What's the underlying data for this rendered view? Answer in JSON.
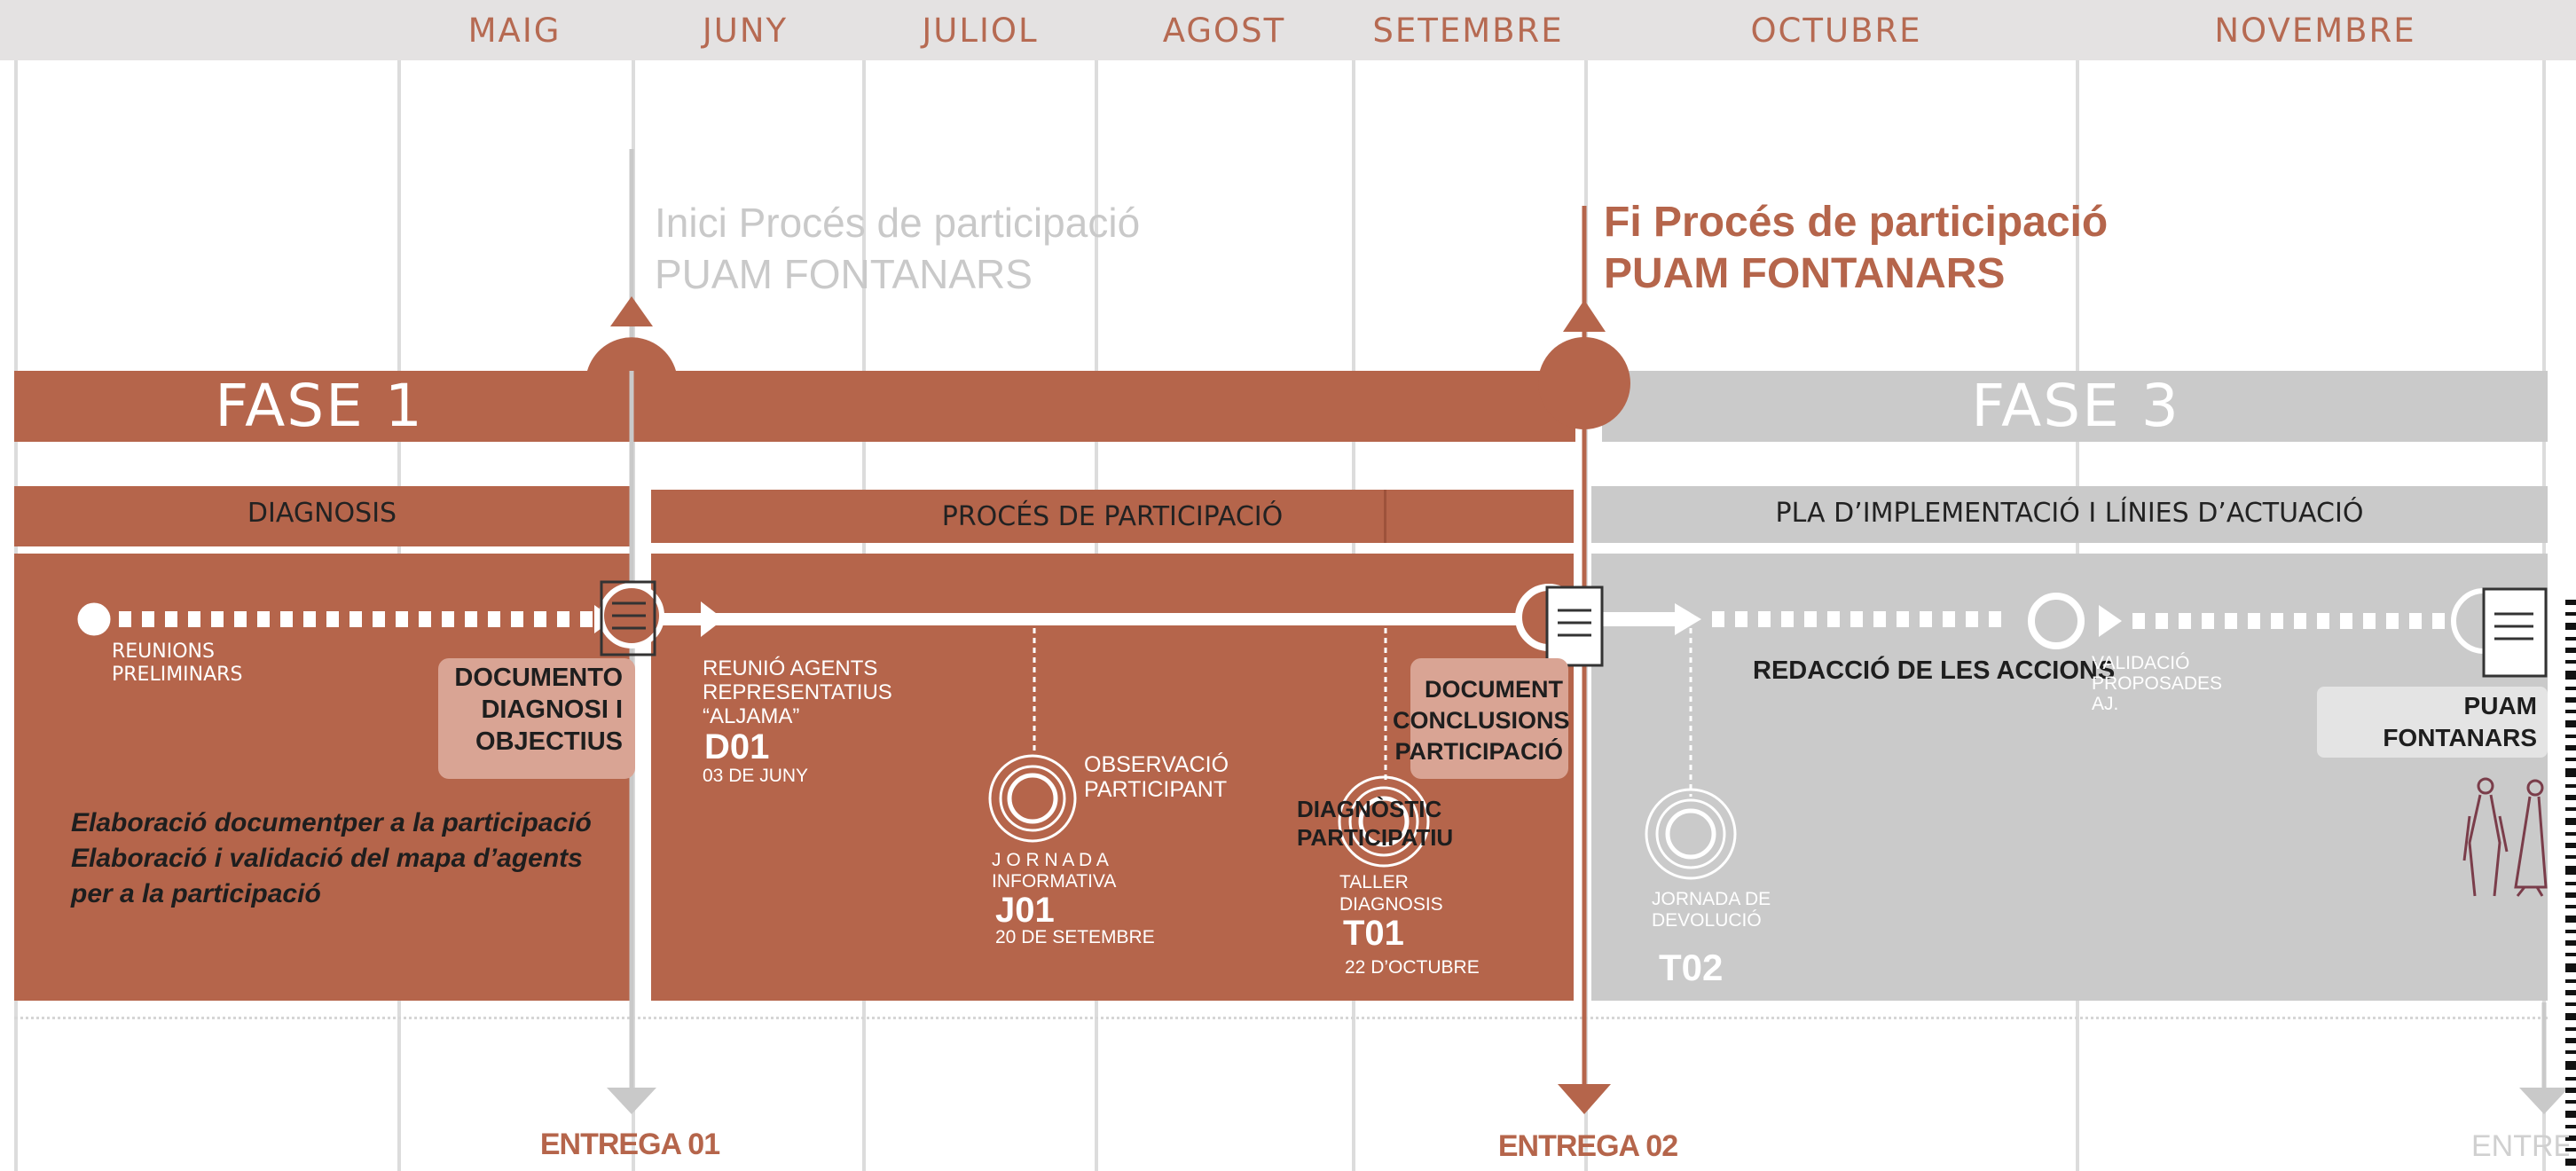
{
  "months": [
    "MAIG",
    "JUNY",
    "JULIOL",
    "AGOST",
    "SETEMBRE",
    "OCTUBRE",
    "NOVEMBRE"
  ],
  "milestones": {
    "inici_line1": "Inici Procés de participació",
    "inici_line2": "PUAM FONTANARS",
    "fi_line1": "Fi Procés de participació",
    "fi_line2": "PUAM FONTANARS"
  },
  "phases": {
    "fase1": "FASE 1",
    "fase3": "FASE 3"
  },
  "subphases": {
    "diagnosis": "DIAGNOSIS",
    "proces": "PROCÉS DE PARTICIPACIÓ",
    "pla": "PLA D’IMPLEMENTACIÓ I LÍNIES D’ACTUACIÓ"
  },
  "fase1_content": {
    "reunions_line1": "REUNIONS",
    "reunions_line2": "PRELIMINARS",
    "doc_line1": "DOCUMENTO",
    "doc_line2": "DIAGNOSI I",
    "doc_line3": "OBJECTIUS",
    "task1": "Elaboració documentper a la participació",
    "task2": "Elaboració i validació del mapa d’agents",
    "task3": "per a la participació"
  },
  "fase2_content": {
    "reunio_line1": "REUNIÓ AGENTS",
    "reunio_line2": "REPRESENTATIUS",
    "reunio_line3": "“ALJAMA”",
    "d01_code": "D01",
    "d01_date": "03 DE JUNY",
    "obs_line1": "OBSERVACIÓ",
    "obs_line2": "PARTICIPANT",
    "jornada_line1": "J O R N A D A",
    "jornada_line2": "INFORMATIVA",
    "j01_code": "J01",
    "j01_date": "20 DE SETEMBRE",
    "diag_line1": "DIAGNÒSTIC",
    "diag_line2": "PARTICIPATIU",
    "taller_line1": "TALLER",
    "taller_line2": "DIAGNOSIS",
    "t01_code": "T01",
    "t01_date": "22 D’OCTUBRE",
    "doc_line1": "DOCUMENT",
    "doc_line2": "CONCLUSIONS",
    "doc_line3": "PARTICIPACIÓ"
  },
  "fase3_content": {
    "redaccio": "REDACCIÓ DE LES ACCIONS",
    "valid_line1": "VALIDACIÓ",
    "valid_line2": "PROPOSADES",
    "valid_line3": "AJ.",
    "jornada_line1": "JORNADA DE",
    "jornada_line2": "DEVOLUCIÓ",
    "t02_code": "T02",
    "puam_line1": "PUAM",
    "puam_line2": "FONTANARS"
  },
  "deliveries": {
    "entrega01": "ENTREGA 01",
    "entrega02": "ENTREGA 02",
    "entrega03": "ENTRE"
  },
  "colors": {
    "rust": "#b5654b",
    "grey": "#cacaca",
    "header": "#e4e2e2"
  }
}
